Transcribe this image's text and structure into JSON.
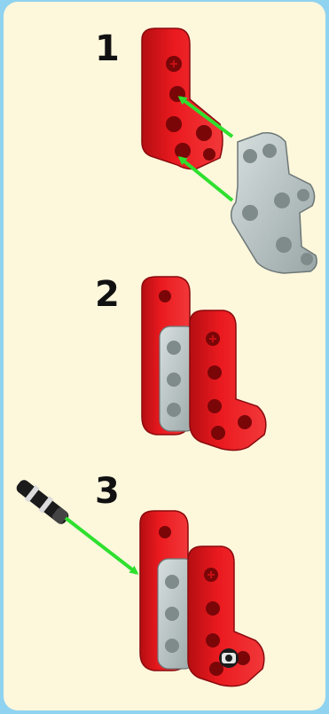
{
  "steps": [
    {
      "number": "1"
    },
    {
      "number": "2"
    },
    {
      "number": "3"
    }
  ],
  "colors": {
    "background": "#fdf7dc",
    "frame": "#8fd3f0",
    "beam_red": "#e8141b",
    "connector_gray": "#b9c4c4",
    "arrow_green": "#2ee02e",
    "pin_black": "#1b1b1b"
  }
}
